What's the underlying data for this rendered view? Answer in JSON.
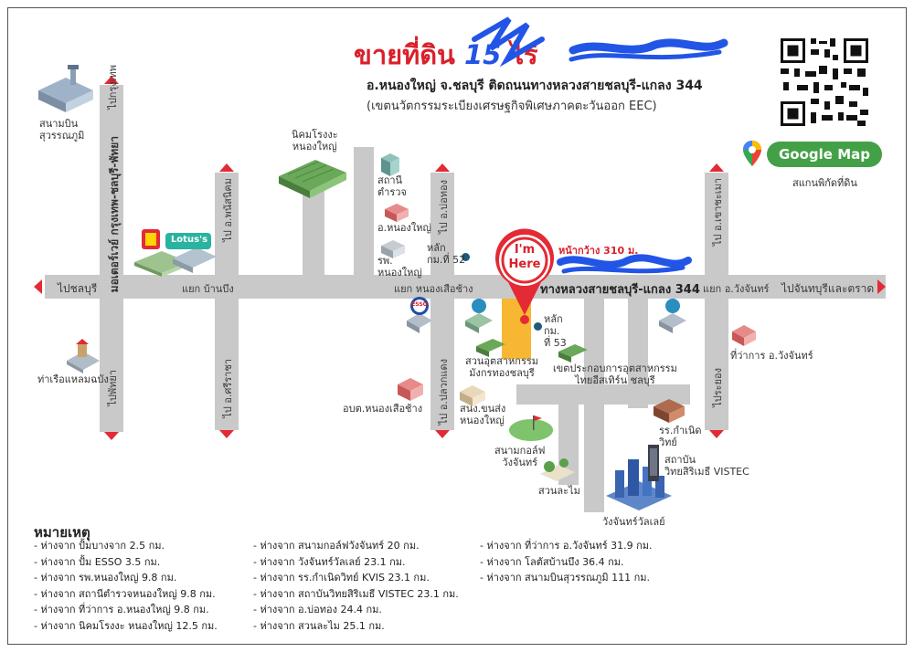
{
  "header": {
    "title_prefix": "ขายที่ดิน",
    "title_number": "15",
    "title_unit": "ไร่",
    "subtitle1": "อ.หนองใหญ่  จ.ชลบุรี ติดถนนทางหลวงสายชลบุรี-แกลง 344",
    "subtitle2": "(เขตนวัตกรรมระเบียงเศรษฐกิจพิเศษภาคตะวันออก EEC)"
  },
  "google_map": {
    "label": "Google Map",
    "caption": "สแกนพิกัดที่ดิน"
  },
  "marker": {
    "line1": "I'm",
    "line2": "Here"
  },
  "frontage": "หน้ากว้าง 310 ม.",
  "roads": {
    "main": "ทางหลวงสายชลบุรี-แกลง 344",
    "to_chonburi": "ไปชลบุรี",
    "to_chanthaburi": "ไปจันทบุรีและตราด",
    "junction_banbueng": "แยก บ้านบึง",
    "junction_nongsuachang": "แยก หนองเสือช้าง",
    "junction_wangchan": "แยก อ.วังจันทร์",
    "motorway": "มอเตอร์เวย์ กรุงเทพ-ชลบุรี-พัทยา",
    "to_bangkok": "ไปกรุงเทพ",
    "to_pattaya": "ไปพัทยา",
    "to_phanatnikhom": "ไป อ.พนัสนิคม",
    "to_sriracha": "ไป อ.ศรีราชา",
    "to_borthong": "ไป อ.บ่อทอง",
    "to_pluakdaeng": "ไป อ.ปลวกแดง",
    "to_khaochamao": "ไป อ.เขาชะเมา",
    "to_rayong": "ไประยอง"
  },
  "places": {
    "airport": "สนามบิน\nสุวรรณภูมิ",
    "port": "ท่าเรือแหลมฉบัง",
    "lotus": "Lotus's",
    "industrial_estate": "นิคมโรงงะ\nหนองใหญ่",
    "police": "สถานี\nตำรวจ",
    "district_office": "อ.หนองใหญ่",
    "hospital": "รพ.\nหนองใหญ่",
    "km52": "หลัก\nกม.ที่ 52",
    "km53": "หลัก\nกม.\nที่ 53",
    "park_mangkorn": "สวนอุตสาหกรรม\nมังกรทองชลบุรี",
    "eastern_zone": "เขตประกอบการอุตสาหกรรม\nไทยอีสเทิร์น ชลบุรี",
    "subdistrict": "อบต.หนองเสือช้าง",
    "transport": "สนง.ขนส่ง\nหนองใหญ่",
    "golf": "สนามกอล์ฟ\nวังจันทร์",
    "suanlamai": "สวนละไม",
    "wangchan_valley": "วังจันทร์วัลเลย์",
    "kvis": "รร.กำเนิด\nวิทย์",
    "vistec": "สถาบัน\nวิทยสิริเมธี VISTEC",
    "wangchan_office": "ที่ว่าการ อ.วังจันทร์",
    "esso": "ESSO"
  },
  "notes": {
    "title": "หมายเหตุ",
    "col1": [
      "- ห่างจาก ปั้มบางจาก 2.5 กม.",
      "- ห่างจาก ปั้ม ESSO 3.5 กม.",
      "- ห่างจาก รพ.หนองใหญ่ 9.8 กม.",
      "- ห่างจาก สถานีตำรวจหนองใหญ่ 9.8 กม.",
      "- ห่างจาก ที่ว่าการ อ.หนองใหญ่ 9.8 กม.",
      "- ห่างจาก นิคมโรงงะ หนองใหญ่ 12.5 กม."
    ],
    "col2": [
      "- ห่างจาก สนามกอล์ฟวังจันทร์ 20 กม.",
      "- ห่างจาก วังจันทร์วัลเลย์ 23.1 กม.",
      "- ห่างจาก รร.กำเนิดวิทย์ KVIS 23.1 กม.",
      "- ห่างจาก สถาบันวิทยสิริเมธี VISTEC 23.1 กม.",
      "- ห่างจาก อ.บ่อทอง 24.4 กม.",
      "- ห่างจาก สวนละไม 25.1 กม."
    ],
    "col3": [
      "- ห่างจาก ที่ว่าการ อ.วังจันทร์ 31.9 กม.",
      "- ห่างจาก โลตัสบ้านบึง 36.4 กม.",
      "- ห่างจาก สนามบินสุวรรณภูมิ 111 กม."
    ]
  },
  "colors": {
    "accent": "#e32a35",
    "road": "#c9c9c9",
    "scribble": "#2255e6",
    "land": "#f7b733"
  }
}
